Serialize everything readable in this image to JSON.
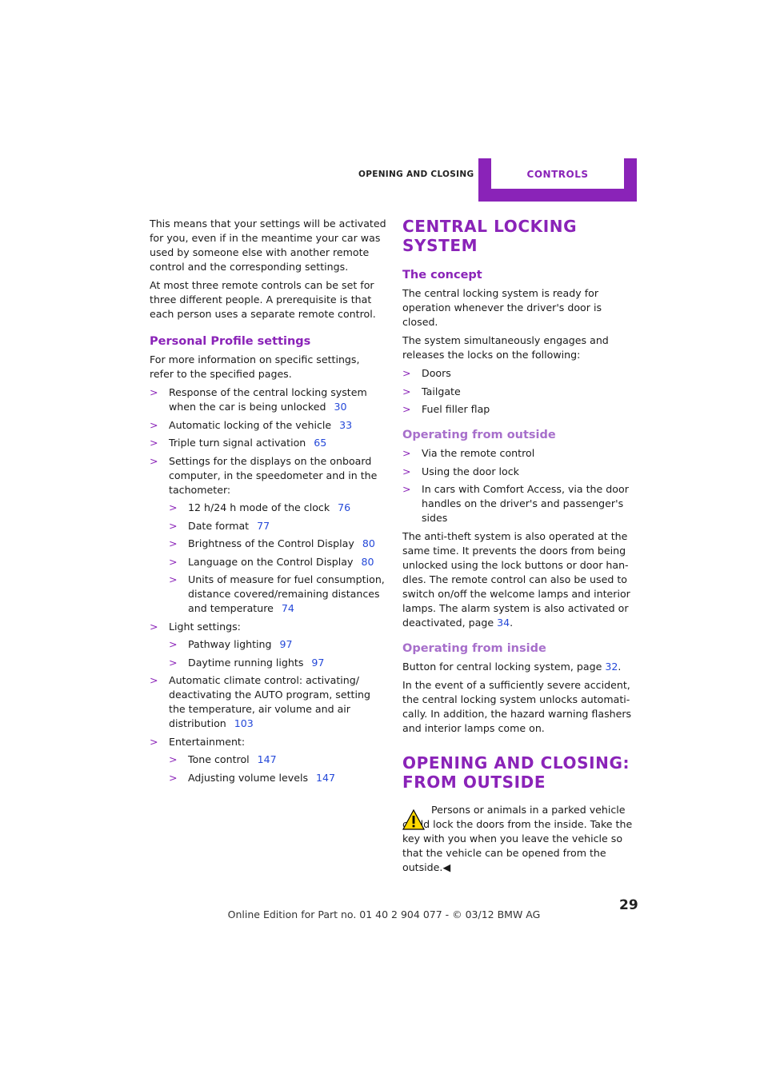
{
  "header": {
    "section": "Opening and closing",
    "tab": "Controls"
  },
  "left": {
    "intro1": "This means that your settings will be activated for you, even if in the meantime your car was used by someone else with another remote control and the corresponding settings.",
    "intro2": "At most three remote controls can be set for three different people. A prerequisite is that each person uses a separate remote control.",
    "pp_heading": "Personal Profile settings",
    "pp_intro": "For more information on specific settings, refer to the specified pages.",
    "items": [
      {
        "text": "Response of the central locking system when the car is being unlocked",
        "page": "30"
      },
      {
        "text": "Automatic locking of the vehicle",
        "page": "33"
      },
      {
        "text": "Triple turn signal activation",
        "page": "65"
      },
      {
        "text": "Settings for the displays on the onboard computer, in the speedometer and in the tachometer:"
      },
      {
        "text": "Light settings:"
      },
      {
        "text": "Automatic climate control: activating/ deactivating the AUTO program, setting the temperature, air volume and air distribution",
        "page": "103"
      },
      {
        "text": "Entertainment:"
      }
    ],
    "displays_sub": [
      {
        "text": "12 h/24 h mode of the clock",
        "page": "76"
      },
      {
        "text": "Date format",
        "page": "77"
      },
      {
        "text": "Brightness of the Control Display",
        "page": "80"
      },
      {
        "text": "Language on the Control Display",
        "page": "80"
      },
      {
        "text": "Units of measure for fuel consumption, distance covered/remaining distances and temperature",
        "page": "74"
      }
    ],
    "light_sub": [
      {
        "text": "Pathway lighting",
        "page": "97"
      },
      {
        "text": "Daytime running lights",
        "page": "97"
      }
    ],
    "ent_sub": [
      {
        "text": "Tone control",
        "page": "147"
      },
      {
        "text": "Adjusting volume levels",
        "page": "147"
      }
    ]
  },
  "right": {
    "cls_heading": "Central locking system",
    "concept_heading": "The concept",
    "concept_p1": "The central locking system is ready for operation whenever the driver's door is closed.",
    "concept_p2": "The system simultaneously engages and releases the locks on the following:",
    "lock_items": [
      "Doors",
      "Tailgate",
      "Fuel filler flap"
    ],
    "outside_heading": "Operating from outside",
    "outside_items": [
      "Via the remote control",
      "Using the door lock",
      "In cars with Comfort Access, via the door handles on the driver's and passenger's sides"
    ],
    "outside_p_pre": "The anti-theft system is also operated at the same time. It prevents the doors from being unlocked using the lock buttons or door han- dles. The remote control can also be used to switch on/off the welcome lamps and interior lamps. The alarm system is also activated or deactivated, page ",
    "outside_p_page": "34",
    "outside_p_post": ".",
    "inside_heading": "Operating from inside",
    "inside_p1_pre": "Button for central locking system, page ",
    "inside_p1_page": "32",
    "inside_p1_post": ".",
    "inside_p2": "In the event of a sufficiently severe accident, the central locking system unlocks automati- cally. In addition, the hazard warning flashers and interior lamps come on.",
    "oc_heading_1": "Opening and closing:",
    "oc_heading_2": "from outside",
    "warning_text": "Persons or animals in a parked vehicle could lock the doors from the inside. Take the key with you when you leave the vehicle so that the vehicle can be opened from the outside.",
    "warning_end": "◀"
  },
  "page_number": "29",
  "footer": "Online Edition for Part no. 01 40 2 904 077 - © 03/12 BMW AG",
  "colors": {
    "accent": "#8a23b8",
    "subheading": "#a76fcb",
    "link": "#2448d8"
  }
}
